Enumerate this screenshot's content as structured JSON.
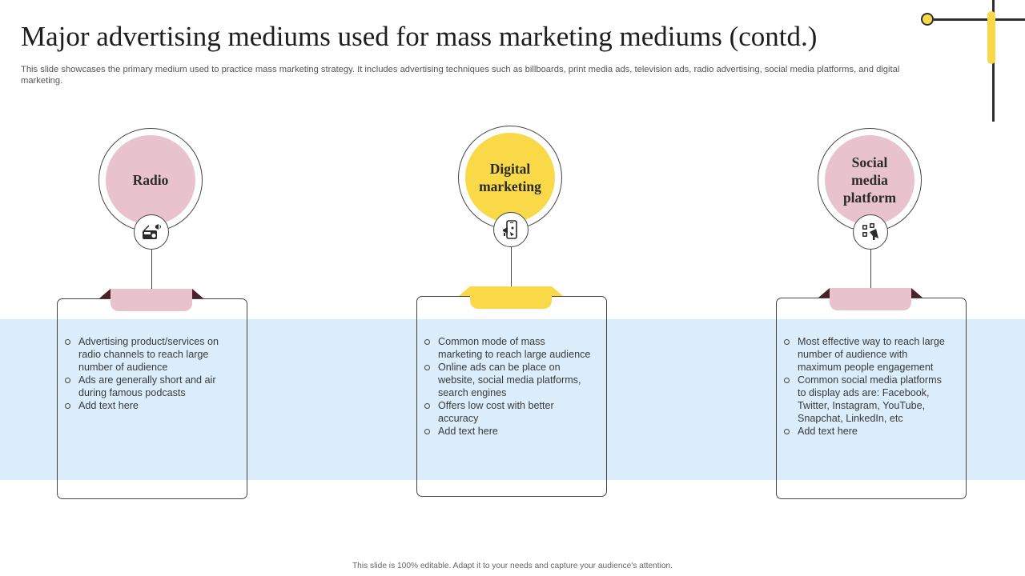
{
  "slide": {
    "title": "Major advertising mediums used for mass marketing mediums (contd.)",
    "subtitle": "This slide showcases the primary medium used to practice mass marketing strategy. It includes advertising techniques such as billboards, print media ads, television ads, radio advertising, social media platforms, and digital marketing.",
    "footer": "This slide is 100% editable. Adapt it to your needs and capture your audience's attention."
  },
  "colors": {
    "pink": "#e8c3cd",
    "yellow": "#f9d948",
    "band": "#dbedfa",
    "tab_dark": "#4a2029"
  },
  "mediums": [
    {
      "label": "Radio",
      "icon": "radio-icon",
      "accent": "pink",
      "bullets": [
        "Advertising product/services on radio channels to reach large number of audience",
        "Ads are generally short and air during famous podcasts",
        "Add text here"
      ]
    },
    {
      "label": "Digital marketing",
      "icon": "smartphone-megaphone-icon",
      "accent": "yellow",
      "bullets": [
        "Common mode of mass marketing to reach large audience",
        "Online ads can be place on website, social media platforms, search engines",
        "Offers low cost with better accuracy",
        "Add text here"
      ]
    },
    {
      "label": "Social media platform",
      "icon": "social-apps-megaphone-icon",
      "accent": "pink",
      "bullets": [
        "Most effective way to reach large number of audience with maximum people engagement",
        "Common social media platforms to display ads are: Facebook, Twitter, Instagram, YouTube, Snapchat, LinkedIn, etc",
        "Add text here"
      ]
    }
  ]
}
